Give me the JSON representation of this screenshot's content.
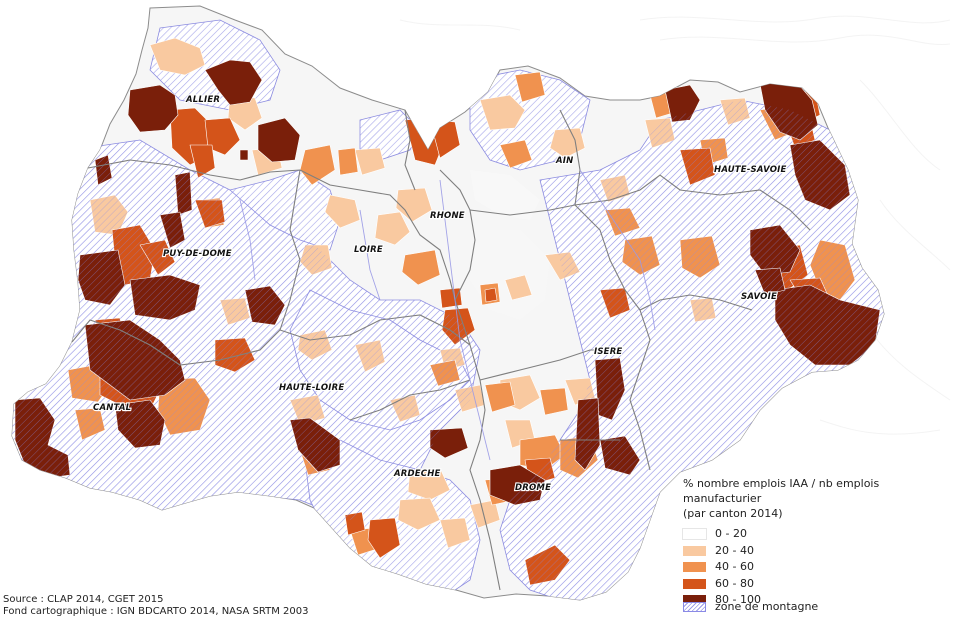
{
  "map": {
    "departments": [
      {
        "name": "ALLIER",
        "key": "allier"
      },
      {
        "name": "AIN",
        "key": "ain"
      },
      {
        "name": "HAUTE-SAVOIE",
        "key": "hsavoie"
      },
      {
        "name": "RHONE",
        "key": "rhone"
      },
      {
        "name": "LOIRE",
        "key": "loire"
      },
      {
        "name": "PUY-DE-DOME",
        "key": "puy"
      },
      {
        "name": "SAVOIE",
        "key": "savoie"
      },
      {
        "name": "ISERE",
        "key": "isere"
      },
      {
        "name": "HAUTE-LOIRE",
        "key": "hloire"
      },
      {
        "name": "CANTAL",
        "key": "cantal"
      },
      {
        "name": "ARDECHE",
        "key": "ardeche"
      },
      {
        "name": "DROME",
        "key": "drome"
      }
    ]
  },
  "legend": {
    "title_line1": "% nombre emplois IAA / nb emplois manufacturier",
    "title_line2": "(par canton 2014)",
    "classes": [
      {
        "label": "0 - 20",
        "color": "#ffffff"
      },
      {
        "label": "20 - 40",
        "color": "#f9c9a0"
      },
      {
        "label": "40 - 60",
        "color": "#f0924f"
      },
      {
        "label": "60 - 80",
        "color": "#d4541a"
      },
      {
        "label": "80 - 100",
        "color": "#7a1f0a"
      }
    ],
    "mountain_label": "zone de montagne"
  },
  "source": {
    "line1": "Source : CLAP 2014, CGET 2015",
    "line2": "Fond cartographique : IGN BDCARTO 2014, NASA SRTM 2003"
  }
}
